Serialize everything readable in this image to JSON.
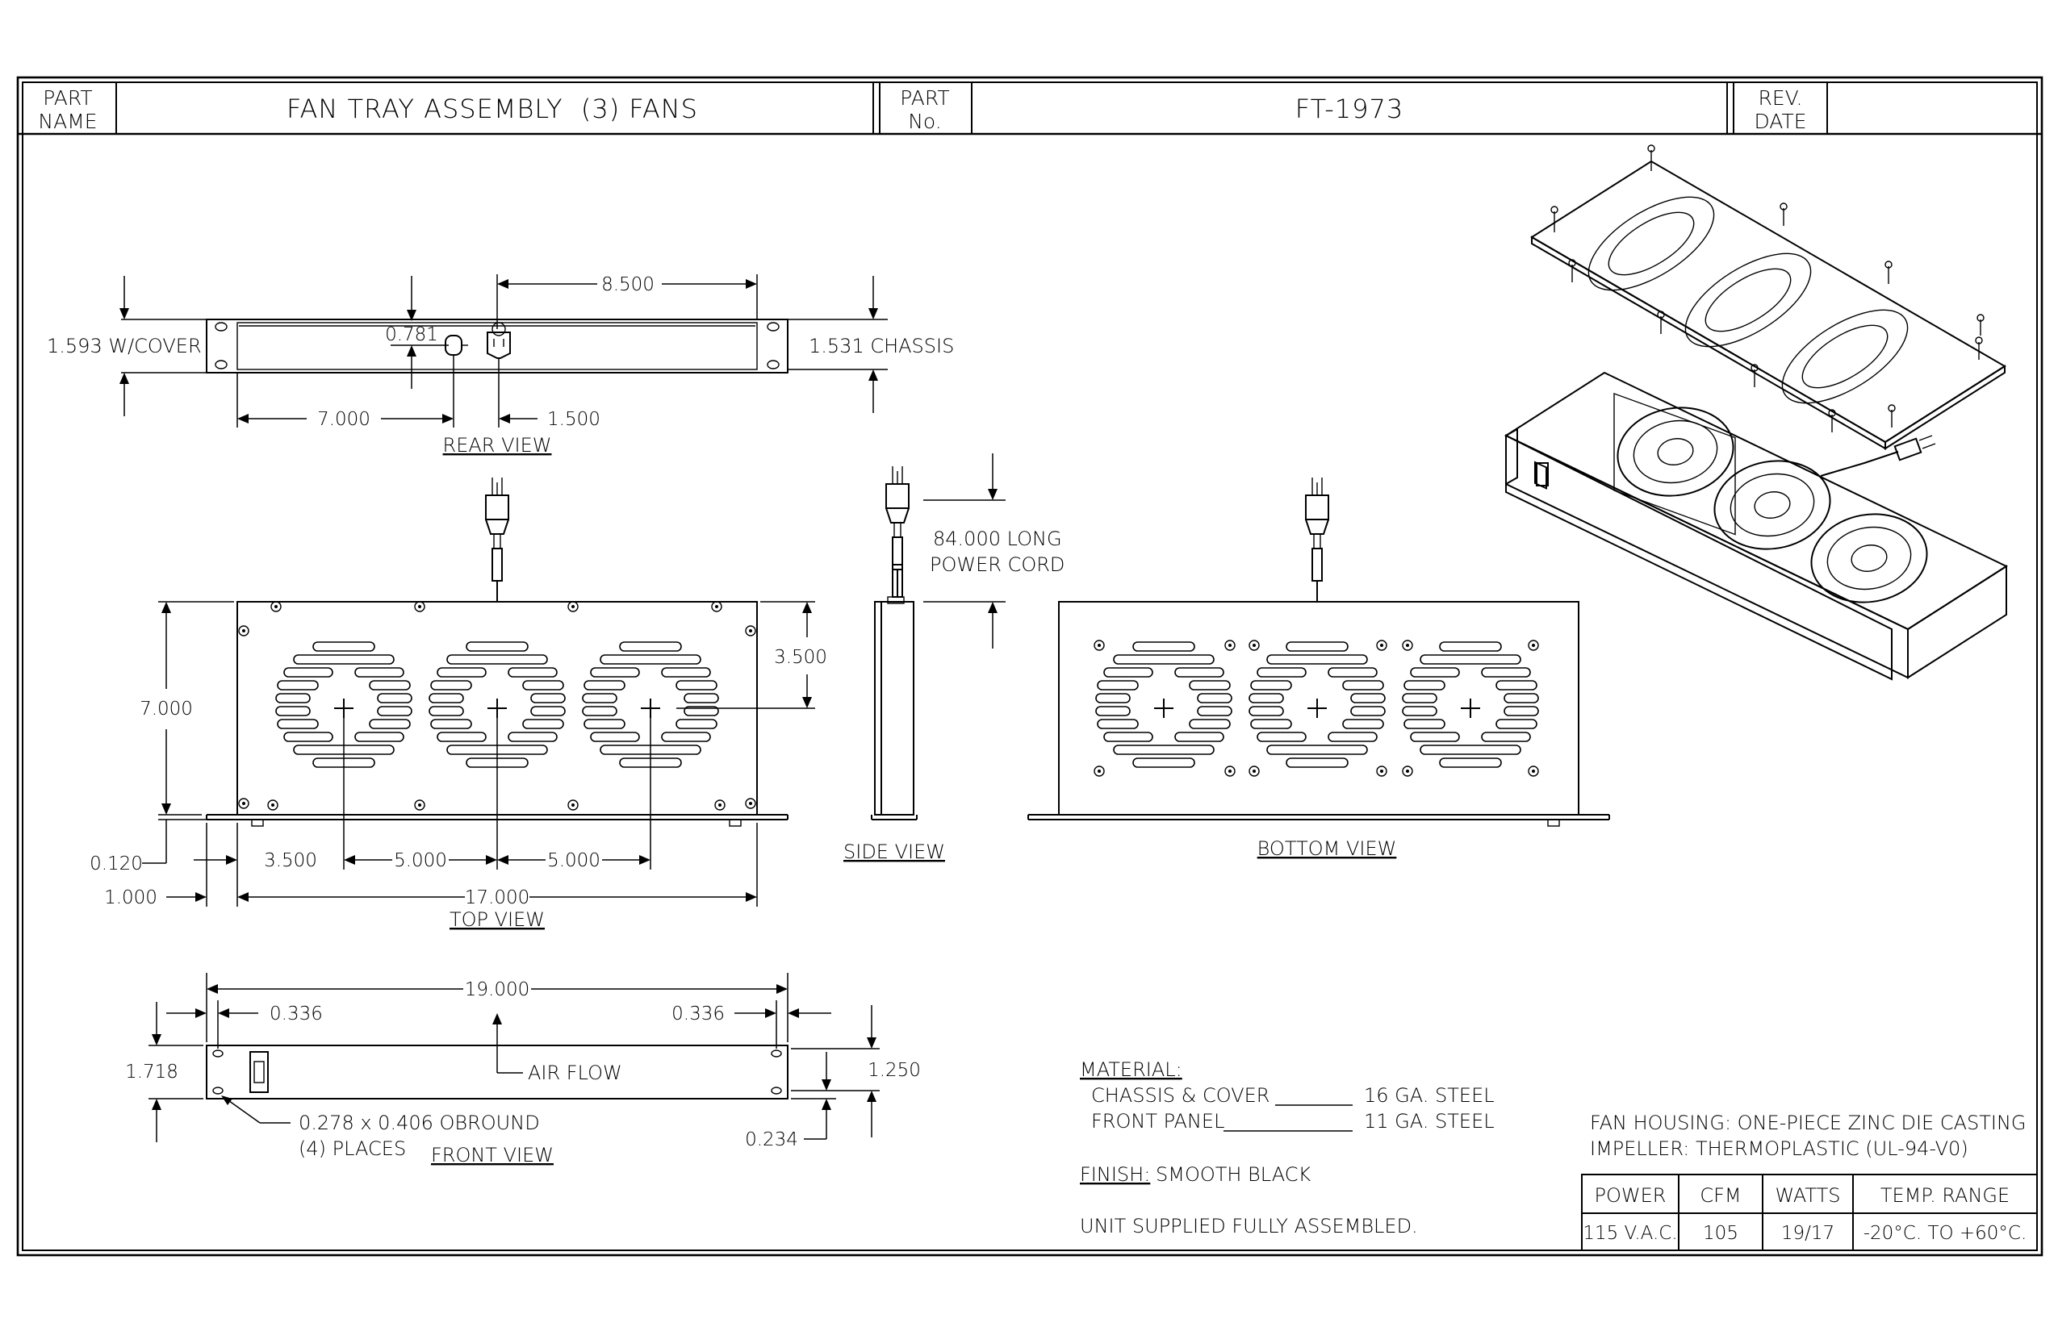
{
  "title_block": {
    "part_name_label": "PART NAME",
    "part_name_label_l1": "PART",
    "part_name_label_l2": "NAME",
    "part_name": "FAN TRAY ASSEMBLY  (3) FANS",
    "part_no_label_l1": "PART",
    "part_no_label_l2": "No.",
    "part_no": "FT-1973",
    "rev_label_l1": "REV.",
    "rev_label_l2": "DATE",
    "rev_date": ""
  },
  "views": {
    "rear": "REAR VIEW",
    "top": "TOP VIEW",
    "side": "SIDE VIEW",
    "bottom": "BOTTOM VIEW",
    "front": "FRONT VIEW"
  },
  "dimensions": {
    "rear_height_cover": "1.593 W/COVER",
    "rear_height_chassis": "1.531 CHASSIS",
    "rear_8500": "8.500",
    "rear_0781": "0.781",
    "rear_7000": "7.000",
    "rear_1500": "1.500",
    "top_7000": "7.000",
    "top_3500_right": "3.500",
    "top_0120": "0.120",
    "top_1000": "1.000",
    "top_3500": "3.500",
    "top_5000_a": "5.000",
    "top_5000_b": "5.000",
    "top_17000": "17.000",
    "cord_l1": "84.000 LONG",
    "cord_l2": "POWER CORD",
    "front_19000": "19.000",
    "front_0336_l": "0.336",
    "front_0336_r": "0.336",
    "front_1718": "1.718",
    "front_1250": "1.250",
    "front_0234": "0.234",
    "air_flow": "AIR FLOW",
    "obround_l1": "0.278 x 0.406 OBROUND",
    "obround_l2": "(4) PLACES"
  },
  "notes": {
    "material_label": "MATERIAL:",
    "chassis_cover": "CHASSIS & COVER",
    "chassis_cover_val": "16 GA. STEEL",
    "front_panel": "FRONT PANEL",
    "front_panel_val": "11 GA. STEEL",
    "finish_label": "FINISH:",
    "finish_val": "SMOOTH BLACK",
    "assembled": "UNIT SUPPLIED FULLY ASSEMBLED.",
    "fan_housing": "FAN HOUSING: ONE-PIECE ZINC DIE CASTING",
    "impeller": "IMPELLER: THERMOPLASTIC (UL-94-V0)"
  },
  "spec_table": {
    "headers": [
      "POWER",
      "CFM",
      "WATTS",
      "TEMP. RANGE"
    ],
    "row": [
      "115 V.A.C.",
      "105",
      "19/17",
      "-20°C. TO +60°C."
    ]
  }
}
